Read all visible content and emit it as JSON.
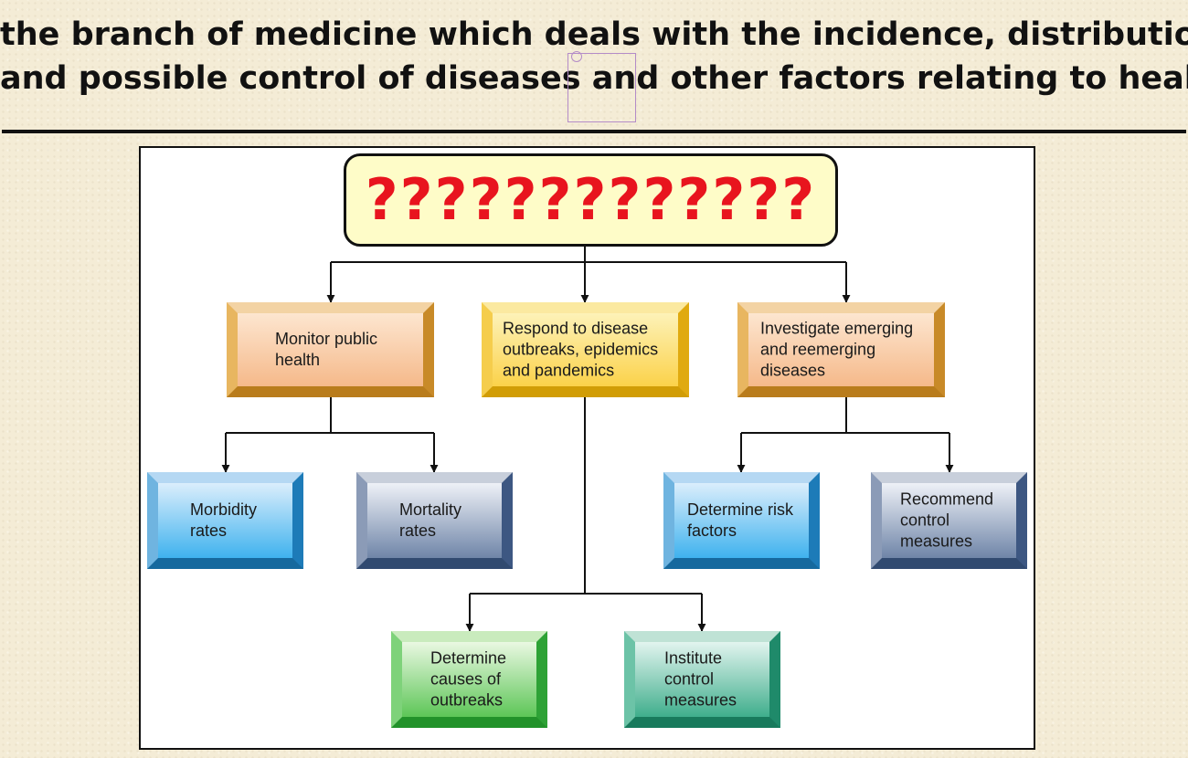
{
  "header": {
    "line1": "the branch of medicine which deals with the incidence, distribution,",
    "line2": "and possible control of diseases and other factors relating to health"
  },
  "diagram": {
    "root": "?????????????",
    "level1": {
      "monitor": "Monitor public health",
      "respond": "Respond to disease outbreaks, epidemics and pandemics",
      "investigate": "Investigate emerging and reemerging diseases"
    },
    "level2": {
      "morbidity": "Morbidity rates",
      "mortality": "Mortality rates",
      "risk": "Determine risk factors",
      "recommend": "Recommend control measures",
      "causes": "Determine causes of outbreaks",
      "institute": "Institute control measures"
    }
  },
  "colors": {
    "root_text": "#e8141e",
    "root_fill": "#fefcc8",
    "orange_box": "#f5b98a",
    "yellow_box": "#fbd24a",
    "blue_box": "#3fb2ee",
    "slate_box": "#6f85a8",
    "green_box": "#5dc657",
    "teal_box": "#3fae8c"
  }
}
